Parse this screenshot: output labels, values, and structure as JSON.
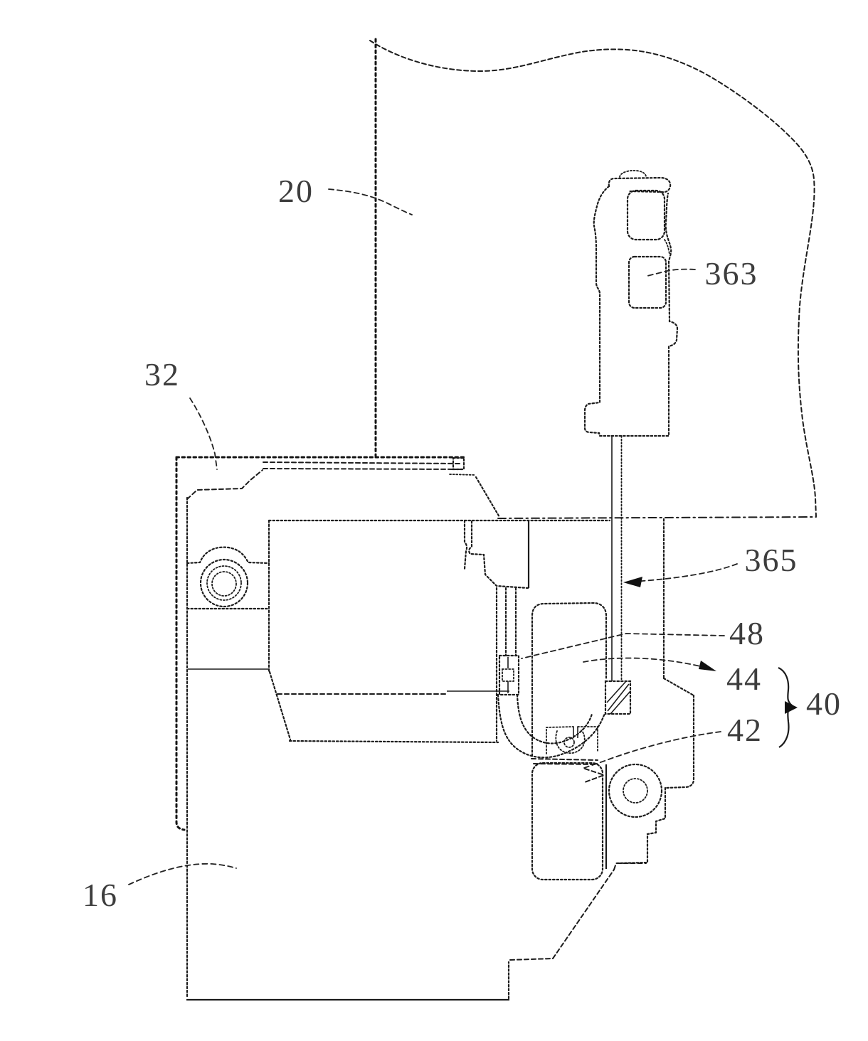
{
  "figure": {
    "type": "patent-line-drawing",
    "background": "#ffffff",
    "ink": "#1b1b1b",
    "reference_labels": [
      {
        "ref": "20"
      },
      {
        "ref": "32"
      },
      {
        "ref": "363"
      },
      {
        "ref": "365"
      },
      {
        "ref": "48"
      },
      {
        "ref": "44"
      },
      {
        "ref": "40"
      },
      {
        "ref": "42"
      },
      {
        "ref": "16"
      }
    ]
  }
}
